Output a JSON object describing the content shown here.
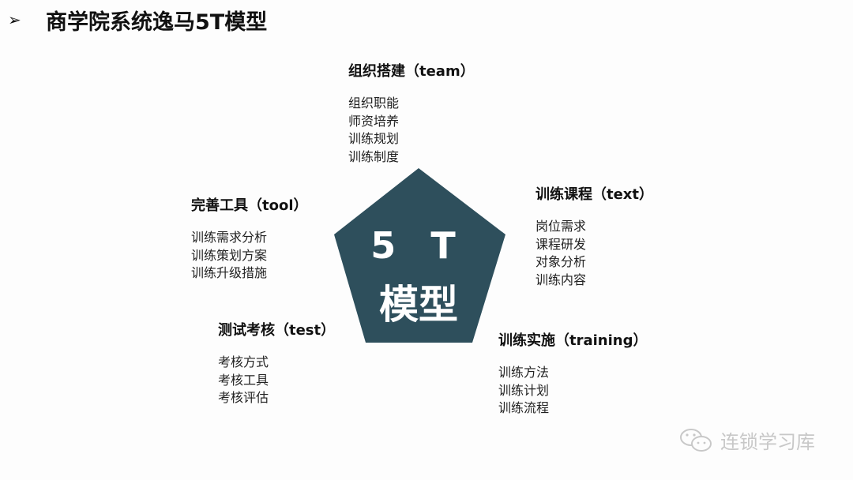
{
  "header": {
    "bullet_icon": "➢",
    "title": "商学院系统逸马5T模型"
  },
  "center": {
    "line1": "5 T",
    "line2": "模型",
    "color": "#2e4f5c"
  },
  "blocks": {
    "team": {
      "title": "组织搭建（team）",
      "items": [
        "组织职能",
        "师资培养",
        "训练规划",
        "训练制度"
      ]
    },
    "text": {
      "title": "训练课程（text）",
      "items": [
        "岗位需求",
        "课程研发",
        "对象分析",
        "训练内容"
      ]
    },
    "tool": {
      "title": "完善工具（tool）",
      "items": [
        "训练需求分析",
        "训练策划方案",
        "训练升级措施"
      ]
    },
    "test": {
      "title": "测试考核（test）",
      "items": [
        "考核方式",
        "考核工具",
        "考核评估"
      ]
    },
    "training": {
      "title": "训练实施（training）",
      "items": [
        "训练方法",
        "训练计划",
        "训练流程"
      ]
    }
  },
  "watermark": {
    "icon": "wechat-icon",
    "text": "连锁学习库"
  }
}
